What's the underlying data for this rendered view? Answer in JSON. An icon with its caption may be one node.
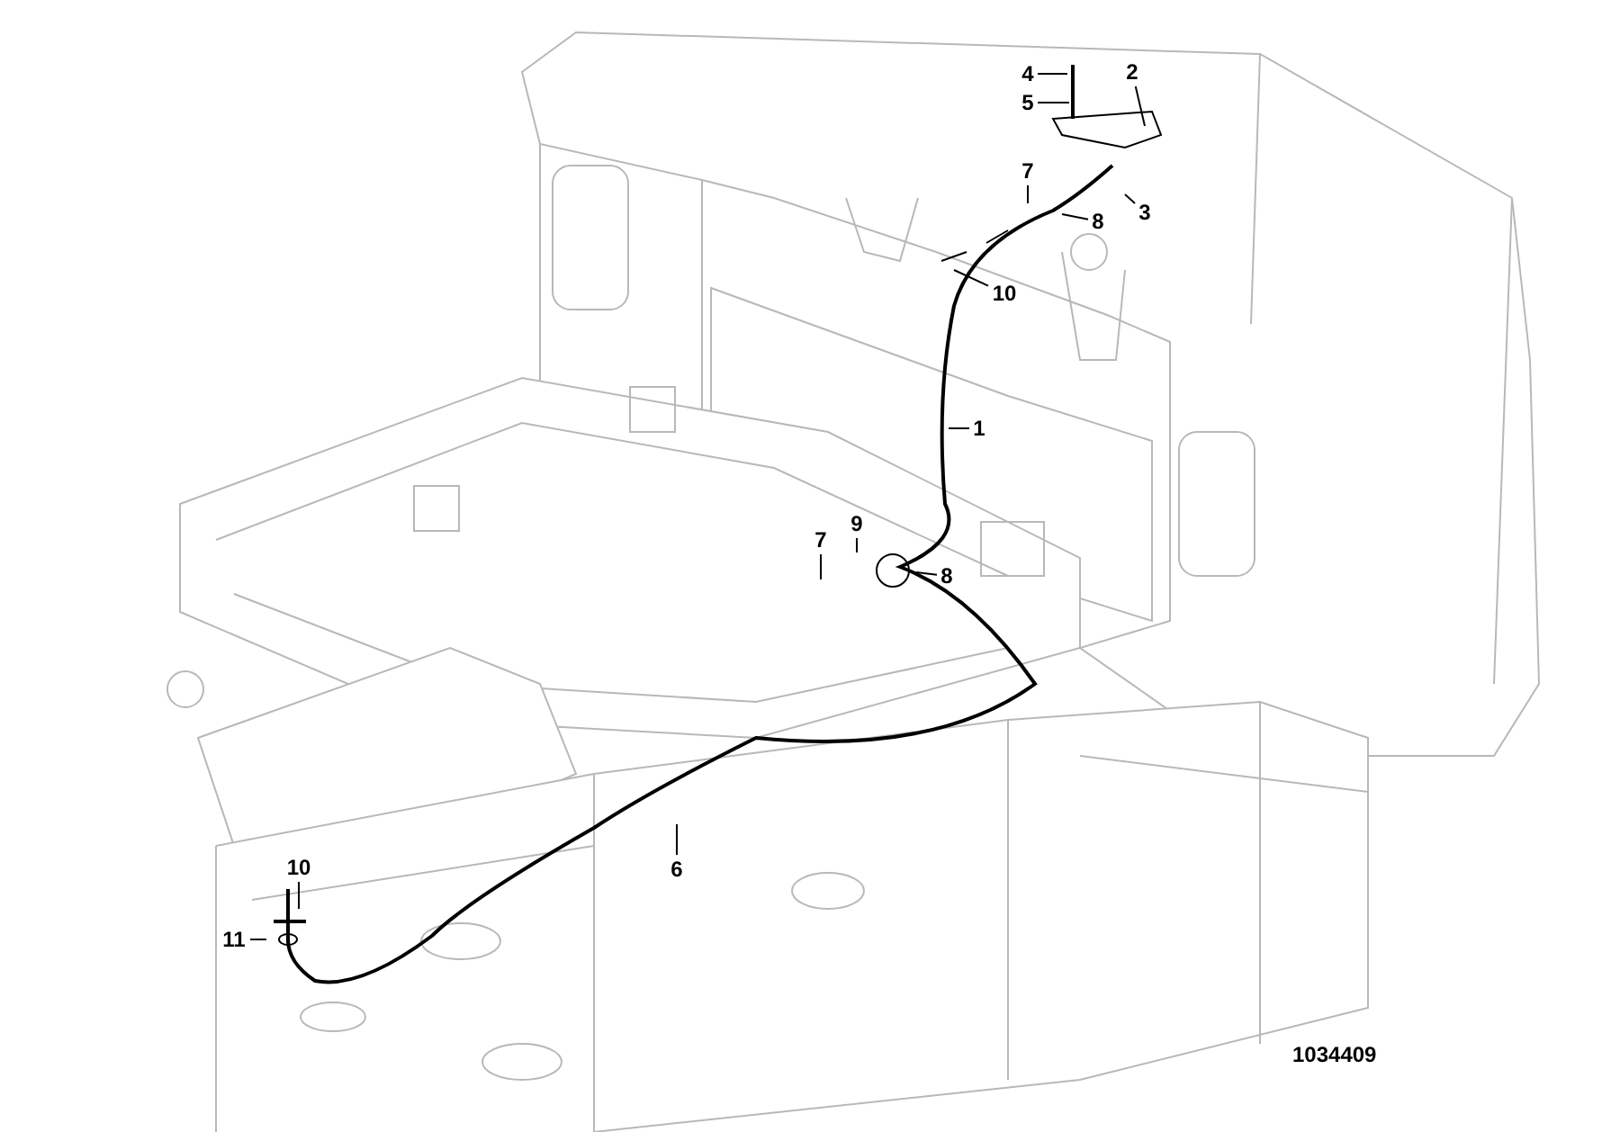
{
  "diagram": {
    "nodes": [
      {
        "text": [
          "4"
        ]
      },
      {
        "text": [
          "2"
        ]
      },
      {
        "text": [
          "5"
        ]
      },
      {
        "text": [
          "7"
        ]
      },
      {
        "text": [
          "8"
        ]
      },
      {
        "text": [
          "3"
        ]
      },
      {
        "text": [
          "10"
        ]
      },
      {
        "text": [
          "1"
        ]
      },
      {
        "text": [
          "9"
        ]
      },
      {
        "text": [
          "7"
        ]
      },
      {
        "text": [
          "8"
        ]
      },
      {
        "text": [
          "6"
        ]
      },
      {
        "text": [
          "10"
        ]
      },
      {
        "text": [
          "11"
        ]
      }
    ],
    "edges": [
      {
        "from": 0,
        "to": null,
        "arrow": "none"
      },
      {
        "from": 1,
        "to": null,
        "arrow": "none"
      },
      {
        "from": 2,
        "to": null,
        "arrow": "none"
      },
      {
        "from": 3,
        "to": null,
        "arrow": "none"
      },
      {
        "from": 4,
        "to": null,
        "arrow": "none"
      },
      {
        "from": 5,
        "to": null,
        "arrow": "none"
      },
      {
        "from": 6,
        "to": null,
        "arrow": "none"
      },
      {
        "from": 7,
        "to": null,
        "arrow": "none"
      },
      {
        "from": 8,
        "to": null,
        "arrow": "none"
      },
      {
        "from": 9,
        "to": null,
        "arrow": "none"
      },
      {
        "from": 10,
        "to": null,
        "arrow": "none"
      },
      {
        "from": 11,
        "to": null,
        "arrow": "none"
      },
      {
        "from": 12,
        "to": null,
        "arrow": "none"
      },
      {
        "from": 13,
        "to": null,
        "arrow": "none"
      }
    ],
    "labels": [
      "1034409"
    ]
  }
}
